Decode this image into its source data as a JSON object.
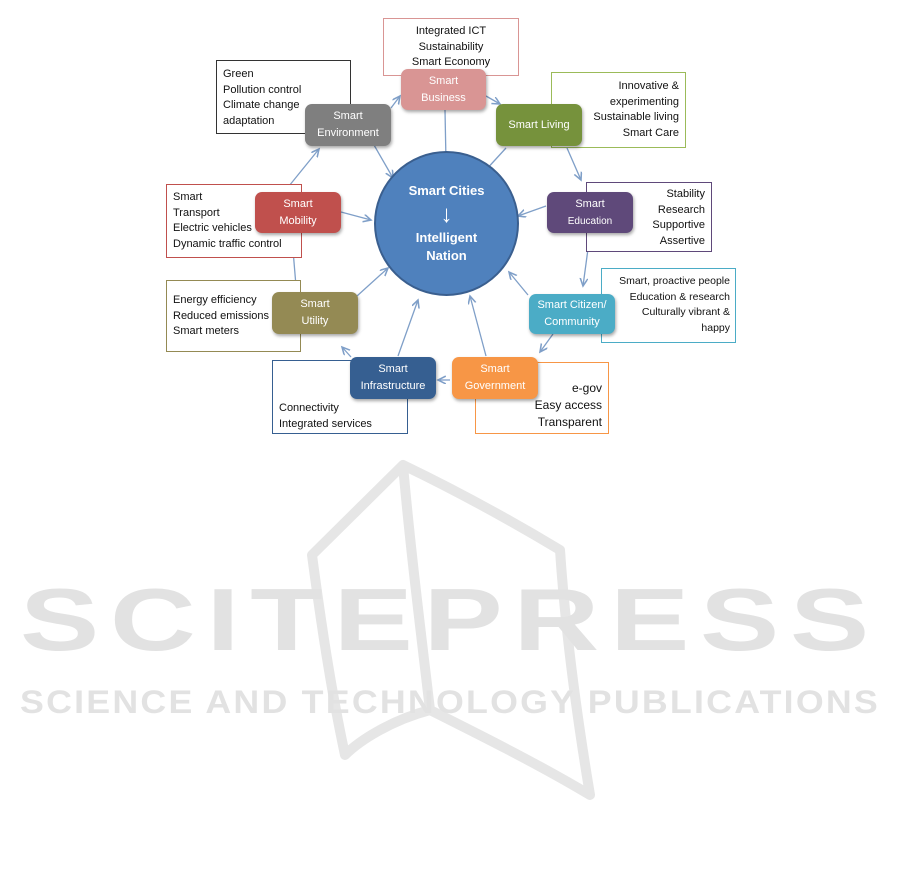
{
  "colors": {
    "center": "#4f81bd",
    "business": "#d99594",
    "living": "#76923c",
    "education": "#5f497a",
    "citizen": "#4bacc6",
    "government": "#f79646",
    "infrastructure": "#365f91",
    "utility": "#948a54",
    "mobility": "#c0504d",
    "environment": "#7f7f7f",
    "arrow": "#7f9fc8",
    "watermark": "#e6e6e6"
  },
  "center": {
    "line1": "Smart Cities",
    "arrow": "↓",
    "line2": "Intelligent",
    "line3": "Nation"
  },
  "nodes": {
    "business": [
      "Smart",
      "Business"
    ],
    "living": [
      "Smart Living"
    ],
    "education": [
      "Smart",
      "Education"
    ],
    "citizen": [
      "Smart Citizen/",
      "Community"
    ],
    "government": [
      "Smart",
      "Government"
    ],
    "infrastructure": [
      "Smart",
      "Infrastructure"
    ],
    "utility": [
      "Smart",
      "Utility"
    ],
    "mobility": [
      "Smart",
      "Mobility"
    ],
    "environment": [
      "Smart",
      "Environment"
    ]
  },
  "boxes": {
    "business": [
      "Integrated ICT",
      "Sustainability",
      "Smart Economy"
    ],
    "living": [
      "Innovative &",
      "experimenting",
      "Sustainable living",
      "Smart Care"
    ],
    "education": [
      "Stability",
      "Research",
      "Supportive",
      "Assertive"
    ],
    "citizen": [
      "Smart, proactive people",
      "Education & research",
      "Culturally vibrant &",
      "happy"
    ],
    "government": [
      "e-gov",
      "Easy access",
      "Transparent"
    ],
    "infrastructure": [
      "Connectivity",
      "Integrated services"
    ],
    "utility": [
      "Energy efficiency",
      "Reduced emissions",
      "Smart meters"
    ],
    "mobility": [
      "Smart",
      "Transport",
      "Electric vehicles",
      "Dynamic traffic control"
    ],
    "environment": [
      "Green",
      "Pollution control",
      "Climate change",
      "adaptation"
    ]
  },
  "watermark": {
    "brand": "SCITEPRESS",
    "tagline": "SCIENCE AND TECHNOLOGY PUBLICATIONS"
  }
}
